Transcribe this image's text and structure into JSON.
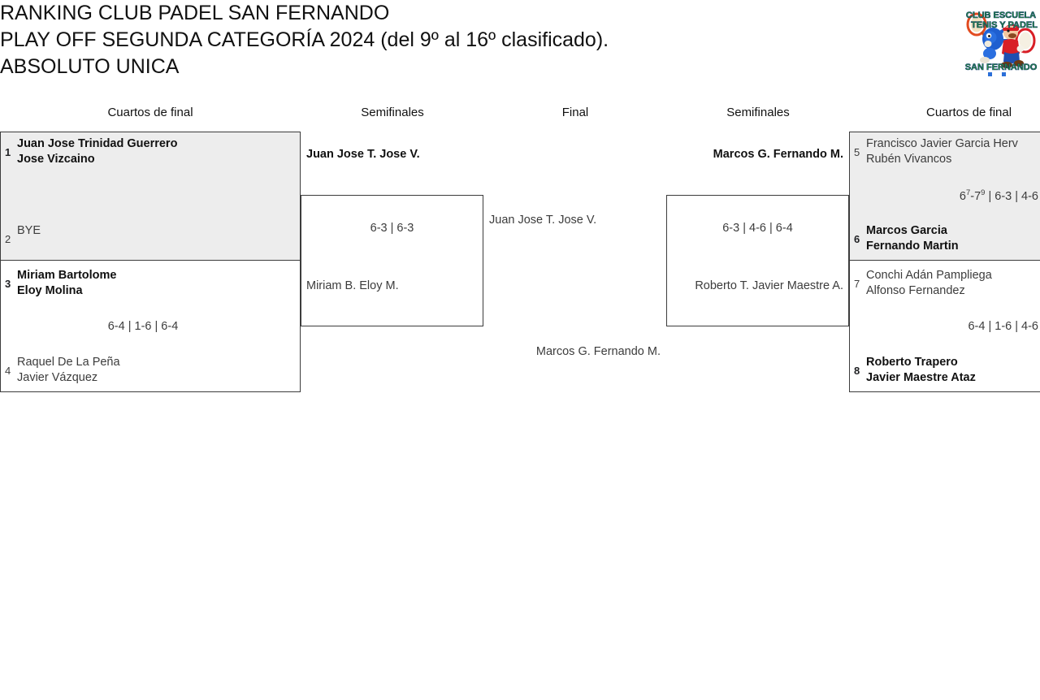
{
  "header": {
    "title_lines": [
      "RANKING CLUB PADEL SAN FERNANDO",
      "PLAY OFF SEGUNDA CATEGORÍA 2024 (del 9º al 16º clasificado).",
      "ABSOLUTO UNICA"
    ],
    "logo": {
      "name": "club-escuela-tenis-y-padel-san-fernando-logo",
      "line1": "CLUB ESCUELA",
      "line2": "TENIS Y PADEL",
      "line3": "SAN FERNANDO"
    }
  },
  "rounds": [
    {
      "id": "qf-left",
      "label": "Cuartos de final"
    },
    {
      "id": "sf-left",
      "label": "Semifinales"
    },
    {
      "id": "final",
      "label": "Final"
    },
    {
      "id": "sf-right",
      "label": "Semifinales"
    },
    {
      "id": "qf-right",
      "label": "Cuartos de final"
    }
  ],
  "bracket": {
    "quarters_left": [
      {
        "match_id": "qf-l1",
        "score": "",
        "teams": [
          {
            "seed": "1",
            "p1": "Juan Jose Trinidad Guerrero",
            "p2": "Jose Vizcaino",
            "winner": true
          },
          {
            "seed": "2",
            "p1": "BYE",
            "p2": "",
            "winner": false
          }
        ]
      },
      {
        "match_id": "qf-l2",
        "score": "6-4 | 1-6 | 6-4",
        "teams": [
          {
            "seed": "3",
            "p1": "Miriam Bartolome",
            "p2": "Eloy Molina",
            "winner": true
          },
          {
            "seed": "4",
            "p1": "Raquel De La Peña",
            "p2": "Javier Vázquez",
            "winner": false
          }
        ]
      }
    ],
    "semis_left": {
      "match_id": "sf-l",
      "score": "6-3 | 6-3",
      "teams": [
        {
          "p1": "Juan Jose T.",
          "p2": "Jose V.",
          "winner": true
        },
        {
          "p1": "Miriam B.",
          "p2": "Eloy M.",
          "winner": false
        }
      ]
    },
    "final": {
      "match_id": "final",
      "score": "",
      "teams": [
        {
          "p1": "Juan Jose T.",
          "p2": "Jose V.",
          "winner": false
        },
        {
          "p1": "Marcos G.",
          "p2": "Fernando M.",
          "winner": false
        }
      ]
    },
    "semis_right": {
      "match_id": "sf-r",
      "score": "6-3 | 4-6 | 6-4",
      "teams": [
        {
          "p1": "Marcos G.",
          "p2": "Fernando M.",
          "winner": true
        },
        {
          "p1": "Roberto T.",
          "p2": "Javier Maestre A.",
          "winner": false
        }
      ]
    },
    "quarters_right": [
      {
        "match_id": "qf-r1",
        "score_html": "6<sup>7</sup>-7<sup>9</sup> | 6-3 | 4-6",
        "teams": [
          {
            "seed": "5",
            "p1": "Francisco Javier Garcia Herv",
            "p2": "Rubén Vivancos",
            "winner": false
          },
          {
            "seed": "6",
            "p1": "Marcos Garcia",
            "p2": "Fernando Martin",
            "winner": true
          }
        ]
      },
      {
        "match_id": "qf-r2",
        "score_html": "6-4 | 1-6 | 4-6",
        "teams": [
          {
            "seed": "7",
            "p1": "Conchi Adán Pampliega",
            "p2": "Alfonso Fernandez",
            "winner": false
          },
          {
            "seed": "8",
            "p1": "Roberto Trapero",
            "p2": "Javier Maestre Ataz",
            "winner": true
          }
        ]
      }
    ]
  },
  "colors": {
    "shade": "#ededed",
    "border": "#3c3c3c",
    "text": "#3c3c3c",
    "text_strong": "#111111"
  }
}
